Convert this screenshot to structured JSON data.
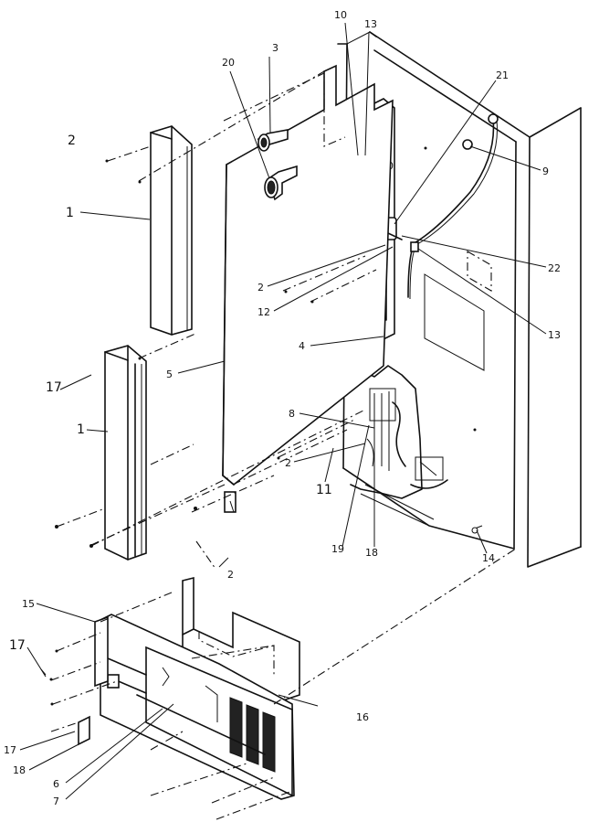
{
  "callouts": {
    "c1a": "1",
    "c1b": "1",
    "c2a": "2",
    "c2b": "2",
    "c2c": "2",
    "c2d": "2",
    "c3": "3",
    "c4": "4",
    "c5": "5",
    "c6": "6",
    "c7": "7",
    "c8": "8",
    "c9": "9",
    "c10": "10",
    "c11": "11",
    "c12": "12",
    "c13a": "13",
    "c13b": "13",
    "c14": "14",
    "c15": "15",
    "c16": "16",
    "c17a": "17",
    "c17b": "17",
    "c17c": "17",
    "c18a": "18",
    "c18b": "18",
    "c19": "19",
    "c20": "20",
    "c21": "21",
    "c22": "22"
  }
}
